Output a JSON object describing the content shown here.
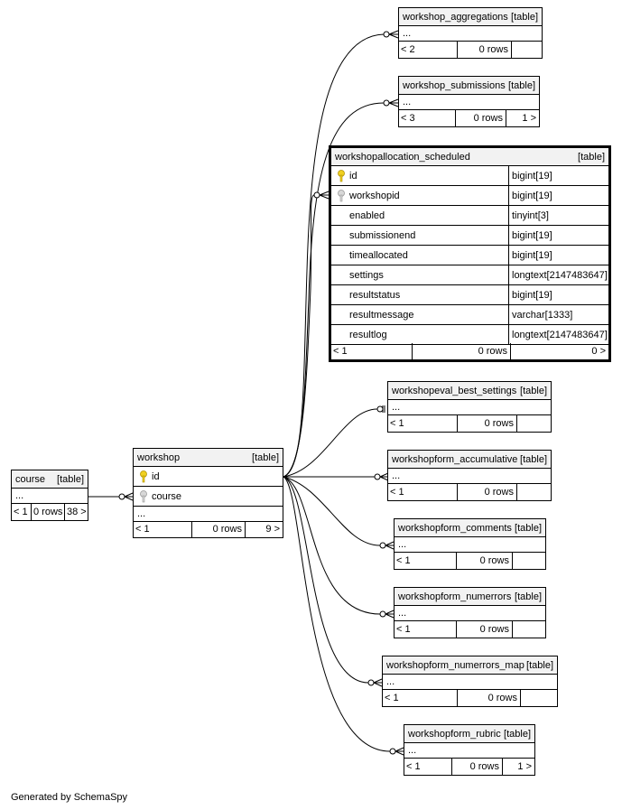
{
  "course": {
    "name": "course",
    "type": "[table]",
    "ellipsis": "...",
    "parents": "< 1",
    "rows": "0 rows",
    "children": "38 >"
  },
  "workshop": {
    "name": "workshop",
    "type": "[table]",
    "col_id": "id",
    "col_course": "course",
    "ellipsis": "...",
    "parents": "< 1",
    "rows": "0 rows",
    "children": "9 >"
  },
  "workshop_aggregations": {
    "name": "workshop_aggregations",
    "type": "[table]",
    "ellipsis": "...",
    "parents": "< 2",
    "rows": "0 rows"
  },
  "workshop_submissions": {
    "name": "workshop_submissions",
    "type": "[table]",
    "ellipsis": "...",
    "parents": "< 3",
    "rows": "0 rows",
    "children": "1 >"
  },
  "workshopallocation_scheduled": {
    "name": "workshopallocation_scheduled",
    "type": "[table]",
    "columns": [
      {
        "name": "id",
        "type": "bigint[19]",
        "key": "primary"
      },
      {
        "name": "workshopid",
        "type": "bigint[19]",
        "key": "foreign"
      },
      {
        "name": "enabled",
        "type": "tinyint[3]",
        "key": "none"
      },
      {
        "name": "submissionend",
        "type": "bigint[19]",
        "key": "none"
      },
      {
        "name": "timeallocated",
        "type": "bigint[19]",
        "key": "none"
      },
      {
        "name": "settings",
        "type": "longtext[2147483647]",
        "key": "none"
      },
      {
        "name": "resultstatus",
        "type": "bigint[19]",
        "key": "none"
      },
      {
        "name": "resultmessage",
        "type": "varchar[1333]",
        "key": "none"
      },
      {
        "name": "resultlog",
        "type": "longtext[2147483647]",
        "key": "none"
      }
    ],
    "parents": "< 1",
    "rows": "0 rows",
    "children": "0 >"
  },
  "workshopeval_best_settings": {
    "name": "workshopeval_best_settings",
    "type": "[table]",
    "ellipsis": "...",
    "parents": "< 1",
    "rows": "0 rows"
  },
  "workshopform_accumulative": {
    "name": "workshopform_accumulative",
    "type": "[table]",
    "ellipsis": "...",
    "parents": "< 1",
    "rows": "0 rows"
  },
  "workshopform_comments": {
    "name": "workshopform_comments",
    "type": "[table]",
    "ellipsis": "...",
    "parents": "< 1",
    "rows": "0 rows"
  },
  "workshopform_numerrors": {
    "name": "workshopform_numerrors",
    "type": "[table]",
    "ellipsis": "...",
    "parents": "< 1",
    "rows": "0 rows"
  },
  "workshopform_numerrors_map": {
    "name": "workshopform_numerrors_map",
    "type": "[table]",
    "ellipsis": "...",
    "parents": "< 1",
    "rows": "0 rows"
  },
  "workshopform_rubric": {
    "name": "workshopform_rubric",
    "type": "[table]",
    "ellipsis": "...",
    "parents": "< 1",
    "rows": "0 rows",
    "children": "1 >"
  },
  "footer": {
    "text": "Generated by SchemaSpy"
  }
}
